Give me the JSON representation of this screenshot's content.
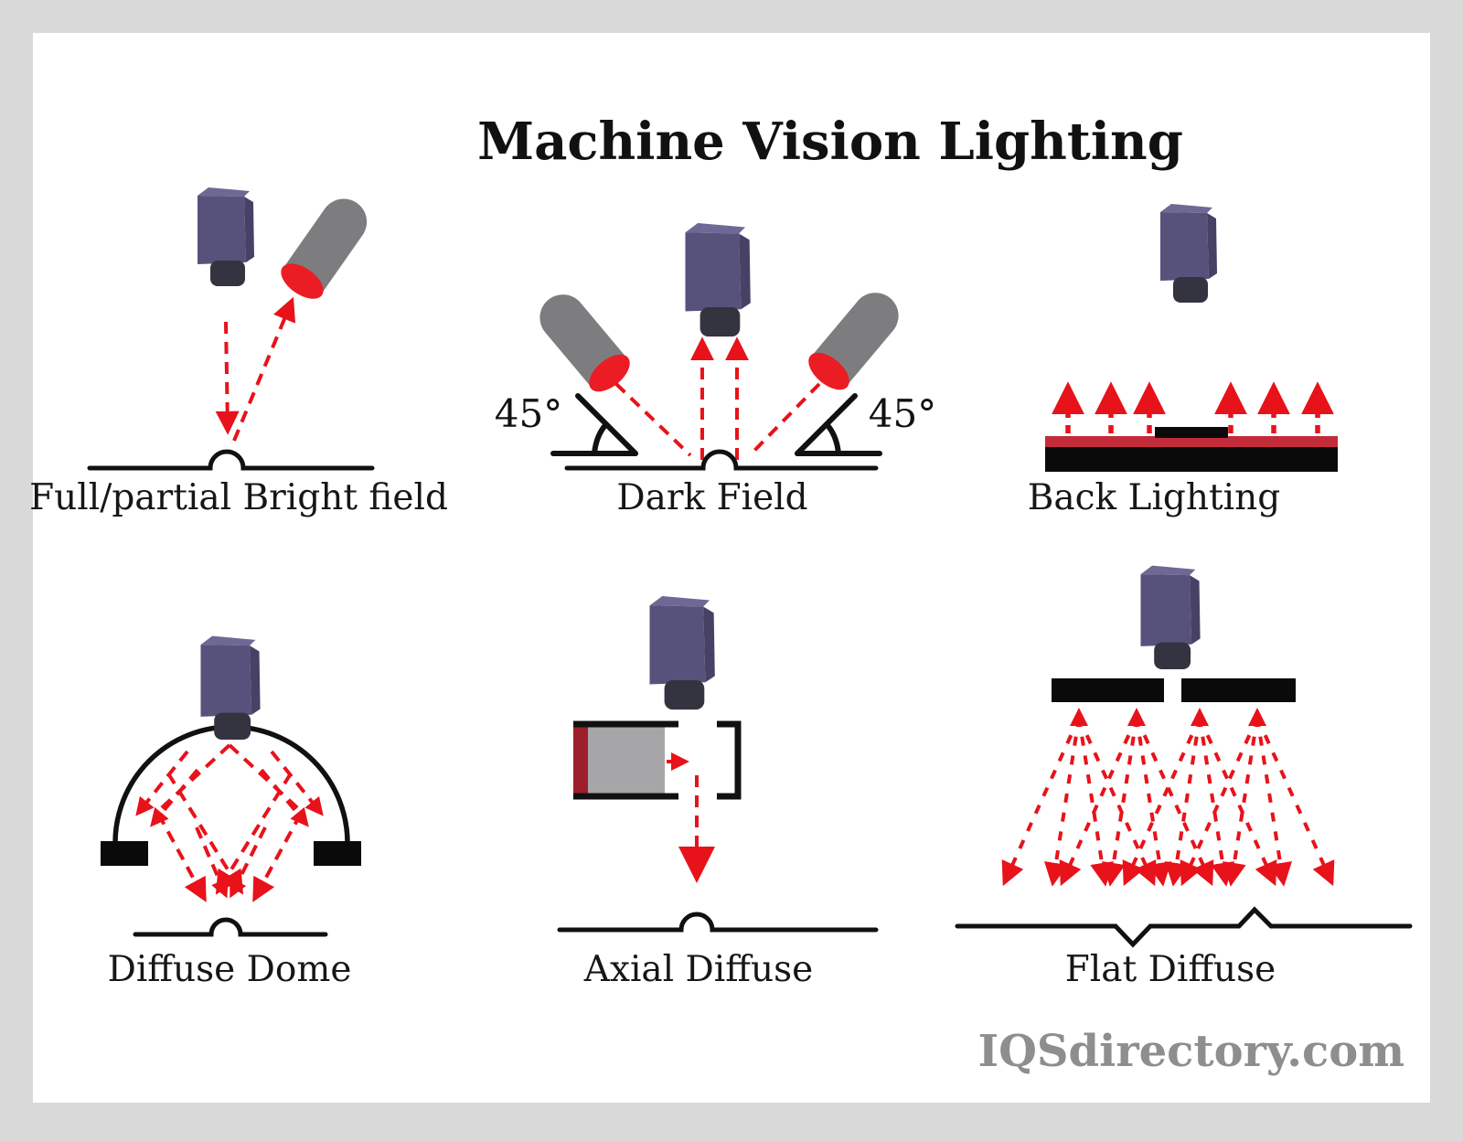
{
  "title": "Machine Vision Lighting",
  "watermark": "IQSdirectory.com",
  "panels": {
    "bright_field": {
      "label": "Full/partial Bright field"
    },
    "dark_field": {
      "label": "Dark Field",
      "angle_left": "45°",
      "angle_right": "45°"
    },
    "back_lighting": {
      "label": "Back Lighting"
    },
    "diffuse_dome": {
      "label": "Diffuse Dome"
    },
    "axial_diffuse": {
      "label": "Axial Diffuse"
    },
    "flat_diffuse": {
      "label": "Flat Diffuse"
    }
  },
  "colors": {
    "background_frame": "#d9d9d9",
    "canvas": "#ffffff",
    "camera_front": "#57527b",
    "camera_side": "#474166",
    "camera_top": "#6e6994",
    "camera_lens": "#343440",
    "light_body": "#7d7c7f",
    "light_face": "#ec1c24",
    "ray_red": "#e8121a",
    "backlight_strip": "#c32b3a",
    "backlight_panel": "#0a0a0a",
    "axial_light_gray": "#a6a5a8",
    "axial_light_red": "#9c1f2b",
    "line_black": "#111111",
    "watermark_gray": "#8e8e8e"
  }
}
